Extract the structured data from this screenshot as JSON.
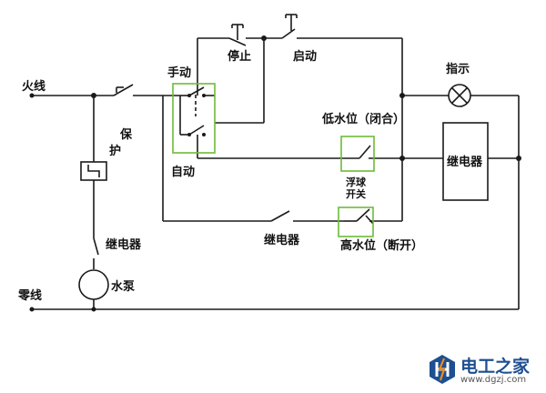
{
  "labels": {
    "live_wire": "火线",
    "neutral_wire": "零线",
    "protection_1": "保",
    "protection_2": "护",
    "manual": "手动",
    "auto": "自动",
    "stop": "停止",
    "start": "启动",
    "indicator": "指示",
    "low_level": "低水位（闭合）",
    "float_1": "浮球",
    "float_2": "开关",
    "relay_box": "继电器",
    "relay_contact_left": "继电器",
    "relay_contact_bottom": "继电器",
    "high_level": "高水位（断开）",
    "pump": "水泵"
  },
  "brand": {
    "name": "电工之家",
    "url": "www.dgzj.com",
    "logo_color": "#1d4f91",
    "accent_color": "#f08a1c"
  },
  "colors": {
    "wire": "#1a1a1a",
    "switch_box": "#6dbb3a"
  }
}
